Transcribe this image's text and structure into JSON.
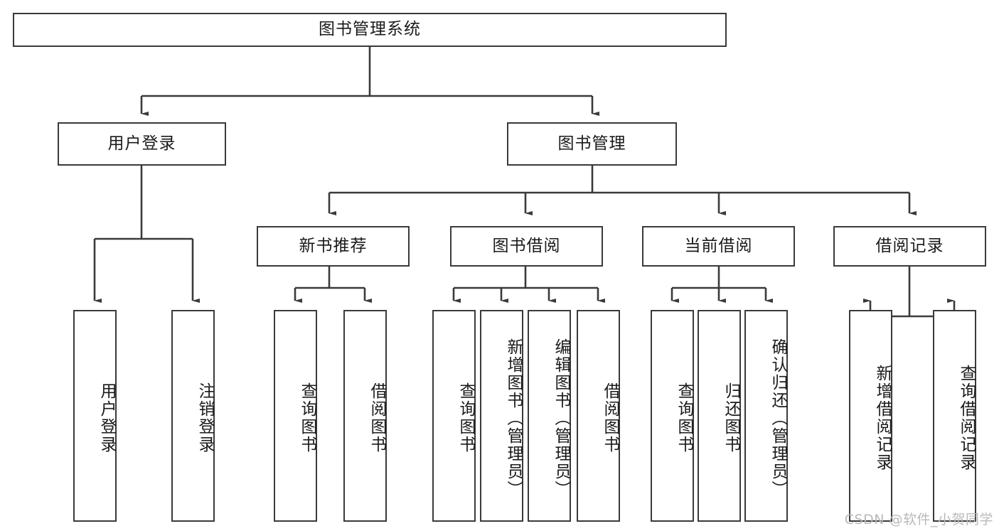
{
  "diagram": {
    "title": "图书管理系统",
    "type": "tree-hierarchy",
    "stroke_color": "#3a3a3a",
    "fill_color": "#ffffff",
    "text_color": "#1a1a1a"
  },
  "root": {
    "label": "图书管理系统"
  },
  "level2": [
    {
      "label": "用户登录"
    },
    {
      "label": "图书管理"
    }
  ],
  "level3": [
    {
      "label": "新书推荐"
    },
    {
      "label": "图书借阅"
    },
    {
      "label": "当前借阅"
    },
    {
      "label": "借阅记录"
    }
  ],
  "leaves": {
    "user_login": [
      {
        "label": "用户登录"
      },
      {
        "label": "注销登录"
      }
    ],
    "new_book": [
      {
        "label": "查询图书"
      },
      {
        "label": "借阅图书"
      }
    ],
    "book_borrow": [
      {
        "label": "查询图书"
      },
      {
        "label": "新增图书（管理员）"
      },
      {
        "label": "编辑图书（管理员）"
      },
      {
        "label": "借阅图书"
      }
    ],
    "current_borrow": [
      {
        "label": "查询图书"
      },
      {
        "label": "归还图书"
      },
      {
        "label": "确认归还（管理员）"
      }
    ],
    "borrow_record": [
      {
        "label": "新增借阅记录"
      },
      {
        "label": "查询借阅记录"
      }
    ]
  },
  "watermark": {
    "text": "CSDN @软件_小贺同学"
  }
}
